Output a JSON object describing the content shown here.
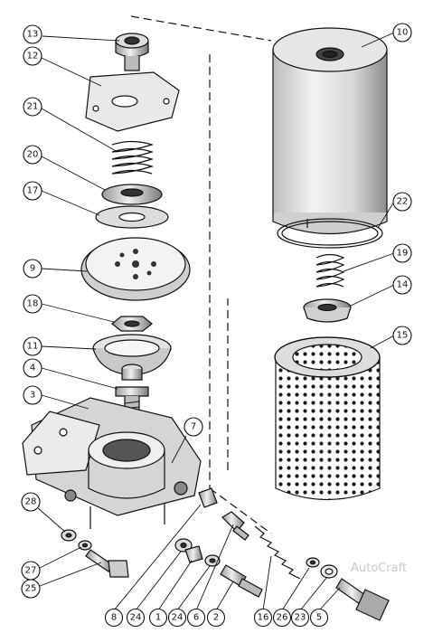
{
  "watermark": "AutoCraft",
  "callouts": [
    {
      "id": "c13",
      "label": "13"
    },
    {
      "id": "c12",
      "label": "12"
    },
    {
      "id": "c21",
      "label": "21"
    },
    {
      "id": "c20",
      "label": "20"
    },
    {
      "id": "c17",
      "label": "17"
    },
    {
      "id": "c9",
      "label": "9"
    },
    {
      "id": "c18",
      "label": "18"
    },
    {
      "id": "c11",
      "label": "11"
    },
    {
      "id": "c4",
      "label": "4"
    },
    {
      "id": "c3",
      "label": "3"
    },
    {
      "id": "c7",
      "label": "7"
    },
    {
      "id": "c28",
      "label": "28"
    },
    {
      "id": "c27",
      "label": "27"
    },
    {
      "id": "c25",
      "label": "25"
    },
    {
      "id": "c10",
      "label": "10"
    },
    {
      "id": "c22",
      "label": "22"
    },
    {
      "id": "c19",
      "label": "19"
    },
    {
      "id": "c14",
      "label": "14"
    },
    {
      "id": "c15",
      "label": "15"
    },
    {
      "id": "c8",
      "label": "8"
    },
    {
      "id": "c24a",
      "label": "24"
    },
    {
      "id": "c1",
      "label": "1"
    },
    {
      "id": "c24b",
      "label": "24"
    },
    {
      "id": "c6",
      "label": "6"
    },
    {
      "id": "c2",
      "label": "2"
    },
    {
      "id": "c16",
      "label": "16"
    },
    {
      "id": "c26",
      "label": "26"
    },
    {
      "id": "c23",
      "label": "23"
    },
    {
      "id": "c5",
      "label": "5"
    }
  ]
}
